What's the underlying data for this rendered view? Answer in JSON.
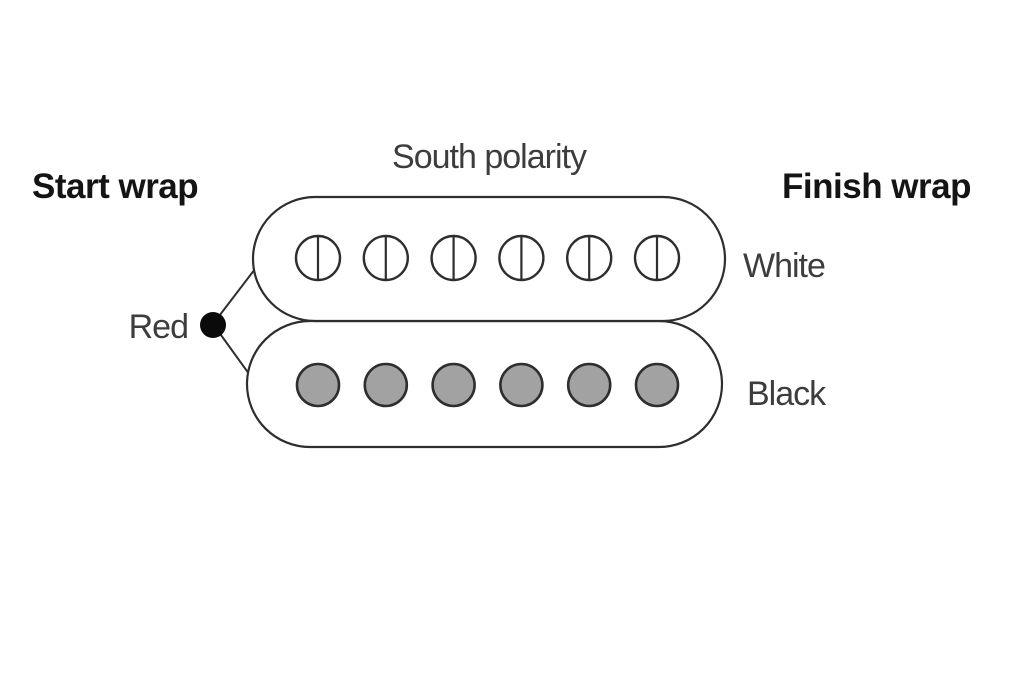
{
  "diagram": {
    "labels": {
      "start_wrap": "Start wrap",
      "finish_wrap": "Finish wrap",
      "polarity": "South polarity",
      "red": "Red",
      "white": "White",
      "black": "Black"
    },
    "coils": {
      "top": {
        "pole_type": "screw",
        "pole_count": 6
      },
      "bottom": {
        "pole_type": "slug",
        "pole_count": 6
      }
    },
    "colors": {
      "outline": "#2e2e2e",
      "screw_fill": "#ffffff",
      "slug_fill": "#a2a2a2",
      "start_dot": "#0a0a0a",
      "label_gray": "#3d3d3d",
      "label_bold": "#141414",
      "background": "#ffffff"
    }
  }
}
